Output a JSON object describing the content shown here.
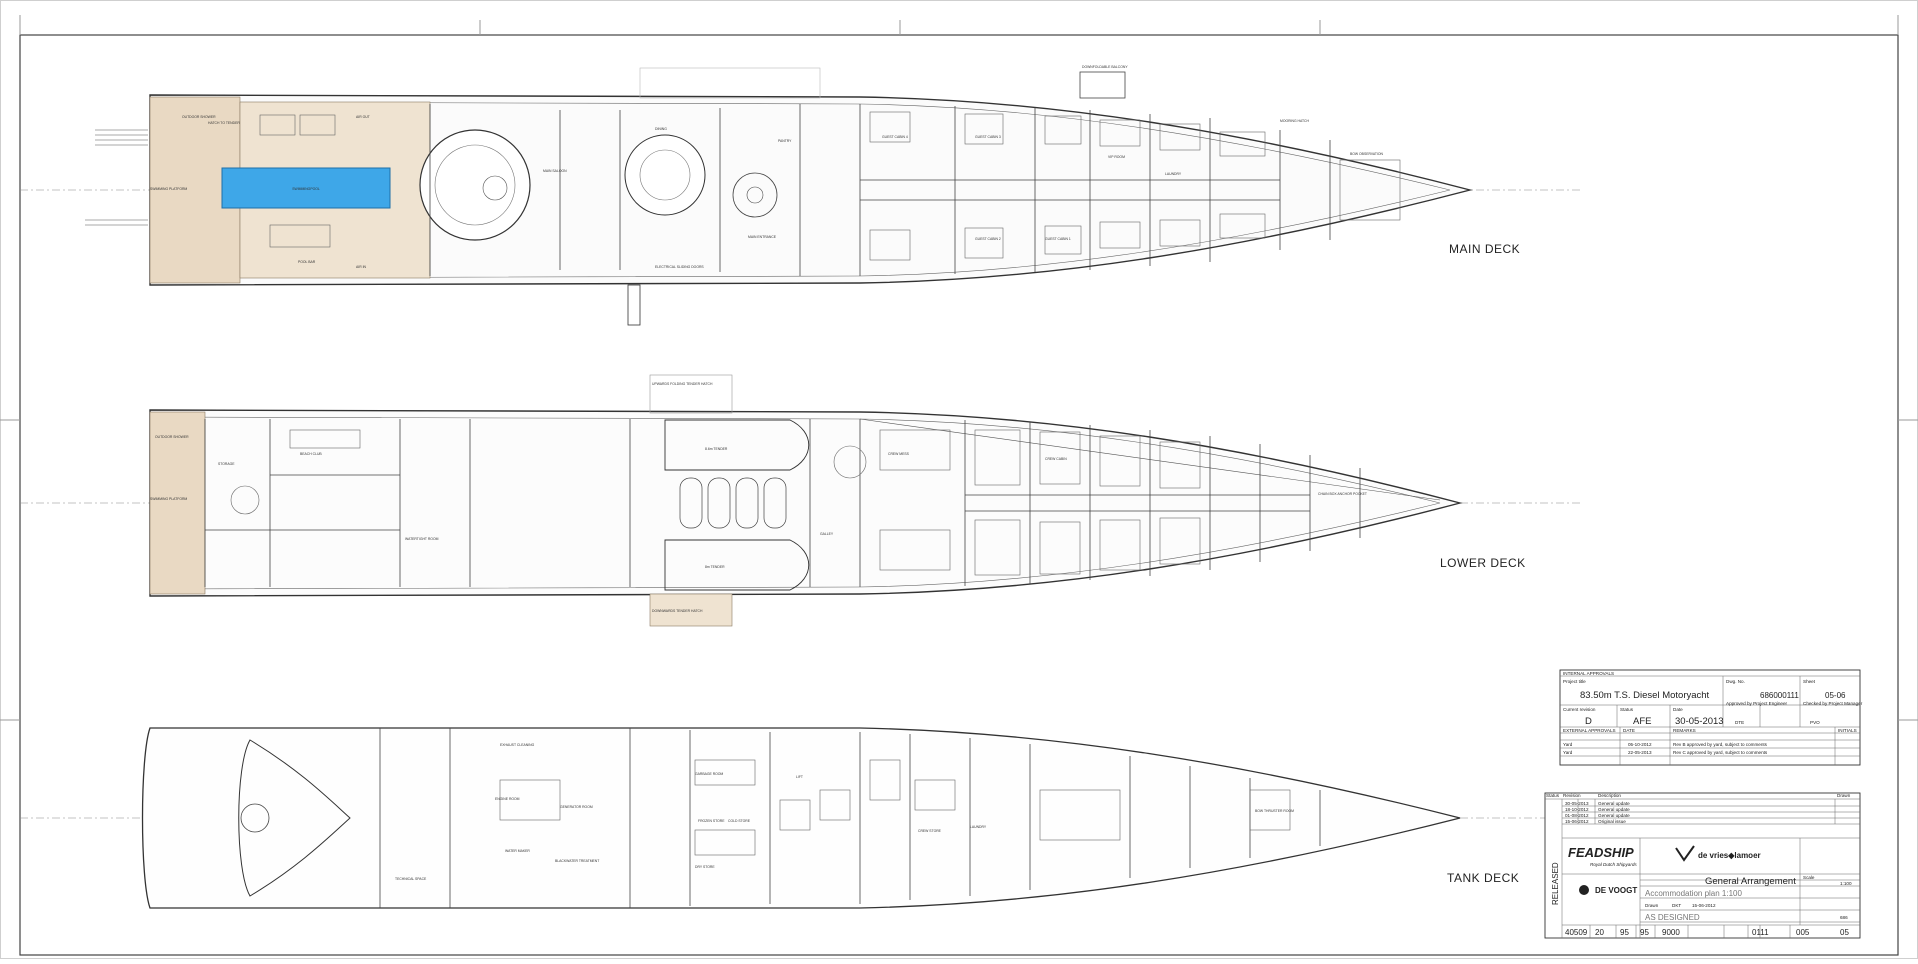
{
  "decks": {
    "main": {
      "title": "MAIN DECK",
      "labels": {
        "outdoor_shower": "OUTDOOR SHOWER",
        "hatch": "HATCH TO TENDER",
        "swimming_platform": "SWIMMING PLATFORM",
        "swimmingpool": "SWIMMINGPOOL",
        "air_out": "AIR OUT",
        "air_in": "AIR IN",
        "pool_bar": "POOL BAR",
        "main_saloon": "MAIN SALOON",
        "dining": "DINING",
        "electrical_sliding_doors": "ELECTRICAL SLIDING DOORS",
        "pantry": "PANTRY",
        "main_entrance": "MAIN ENTRANCE",
        "guest_cabin_4": "GUEST CABIN 4",
        "guest_cabin_3": "GUEST CABIN 3",
        "guest_cabin_2": "GUEST CABIN 2",
        "guest_cabin_1": "GUEST CABIN 1",
        "vip_room": "VIP ROOM",
        "downfoldable_balcony": "DOWNFOLDABLE BALCONY",
        "bow_observation": "BOW OBSERVATION",
        "mooring_hatch": "MOORING HATCH",
        "laundry": "LAUNDRY"
      }
    },
    "lower": {
      "title": "LOWER DECK",
      "labels": {
        "outdoor_shower": "OUTDOOR SHOWER",
        "swimming_platform": "SWIMMING PLATFORM",
        "storage": "STORAGE",
        "beach_club": "BEACH CLUB",
        "spa_tender": "8.6m TENDER",
        "tender_8m": "8m TENDER",
        "upward_folding_tender_hatch": "UPWARDS FOLDING TENDER HATCH",
        "downwards_tender_hatch": "DOWNWARDS TENDER HATCH",
        "galley": "GALLEY",
        "crew_mess": "CREW MESS",
        "crew_cabins": "CREW CABIN",
        "chain_box": "CHAIN BOX ANCHOR POCKET",
        "watertight_room": "WATERTIGHT ROOM"
      }
    },
    "tank": {
      "title": "TANK DECK",
      "labels": {
        "engine_room": "ENGINE ROOM",
        "generator_room": "GENERATOR ROOM",
        "exhaust_cleaning": "EXHAUST CLEANING",
        "garbage_room": "GARBAGE ROOM",
        "technical_space": "TECHNICAL SPACE",
        "frozen_store": "FROZEN STORE",
        "cold_store": "COLD STORE",
        "laundry": "LAUNDRY",
        "crew_store": "CREW STORE",
        "bow_thruster_room": "BOW THRUSTER ROOM",
        "water_maker": "WATER MAKER",
        "blackwater_treatment": "BLACKWATER TREATMENT",
        "dry_store": "DRY STORE",
        "lift": "LIFT"
      }
    }
  },
  "titleblock": {
    "internal_approvals": "INTERNAL APPROVALS",
    "project_title_label": "Project title",
    "project_title": "83.50m T.S. Diesel Motoryacht",
    "drawing_no_label": "Dwg. No.",
    "drawing_no": "686000111",
    "sheet_label": "Sheet",
    "sheet": "05-06",
    "current_revision_label": "Current revision",
    "current_revision": "D",
    "status_label": "Status",
    "status": "AFE",
    "date_label": "Date",
    "date": "30-05-2013",
    "approved_engineer_label": "Approved by Project Engineer",
    "engineer": "DTE",
    "checked_manager_label": "Checked by Project Manager",
    "manager": "PVO",
    "external_approvals": "EXTERNAL APPROVALS",
    "ext_date_label": "DATE",
    "remarks_label": "REMARKS",
    "initials_label": "INITIALS",
    "approvals": [
      {
        "party": "Yard",
        "date": "05-10-2012",
        "remark": "Rev B approved by yard, subject to comments"
      },
      {
        "party": "Yard",
        "date": "22-05-2013",
        "remark": "Rev C approved by yard, subject to comments"
      }
    ],
    "revisions_header": {
      "rev": "Status",
      "rev2": "Revision",
      "desc": "Description",
      "init": "Drawn"
    },
    "revisions": [
      {
        "date": "30-05-2013",
        "desc": "General update"
      },
      {
        "date": "18-10-2012",
        "desc": "General update"
      },
      {
        "date": "01-08-2012",
        "desc": "General update"
      },
      {
        "date": "15-06-2012",
        "desc": "Original issue"
      }
    ],
    "released": "RELEASED",
    "brand_feadship": "FEADSHIP",
    "brand_feadship_sub": "Royal Dutch Shipyards",
    "brand_devries": "de vries◆lamoer",
    "brand_devoogt": "DE VOOGT",
    "drawing_title": "General Arrangement",
    "drawing_subtitle": "Accommodation plan 1:100",
    "as_designed": "AS DESIGNED",
    "scale_label": "Scale",
    "scale": "1:100",
    "drawn_label": "Drawn",
    "drawn": "DKT",
    "drawn_date": "15-06-2012",
    "code_cells": [
      "40509",
      "20",
      "95",
      "95",
      "9000",
      "0111",
      "005",
      "05"
    ],
    "code_tail": "686"
  }
}
